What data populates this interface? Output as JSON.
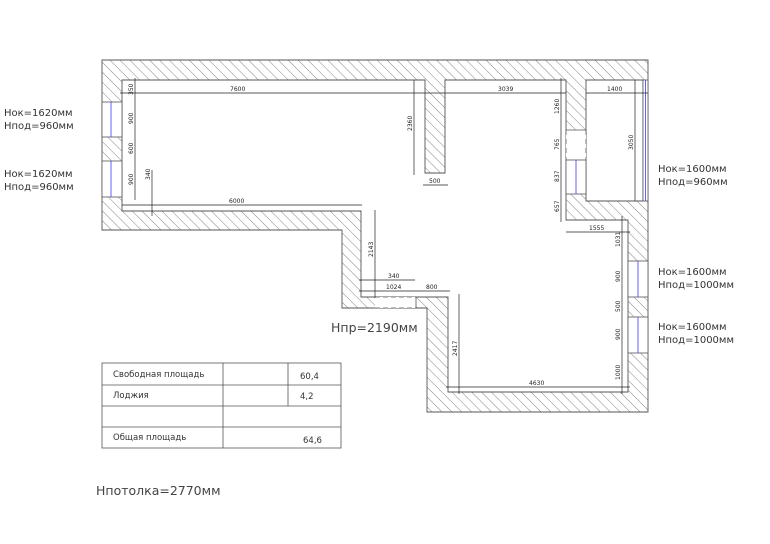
{
  "colors": {
    "wall_line": "#555555",
    "window": "#3a3aff",
    "hatch": "#666666"
  },
  "dimensions": {
    "top_left_room": "7600",
    "top_middle": "3039",
    "top_right": "1400",
    "left_350": "350",
    "left_900a": "900",
    "left_600": "600",
    "left_900b": "900",
    "left_340": "340",
    "bottom_left_room": "6000",
    "column_height": "2360",
    "column_width": "500",
    "wall_1260": "1260",
    "wall_765": "765",
    "wall_837": "837",
    "wall_657": "657",
    "right_room_3050": "3050",
    "ledge_1555": "1555",
    "right_1031": "1031",
    "step_2143": "2143",
    "step_340": "340",
    "door_1024": "1024",
    "door_800": "800",
    "lower_2417": "2417",
    "bottom_4630": "4630",
    "right_900a": "900",
    "right_500": "500",
    "right_900b": "900",
    "right_1000": "1000"
  },
  "window_labels": {
    "left_top": {
      "line1": "Нок=1620мм",
      "line2": "Нпод=960мм"
    },
    "left_bottom": {
      "line1": "Нок=1620мм",
      "line2": "Нпод=960мм"
    },
    "right_top": {
      "line1": "Нок=1600мм",
      "line2": "Нпод=960мм"
    },
    "right_mid": {
      "line1": "Нок=1600мм",
      "line2": "Нпод=1000мм"
    },
    "right_low": {
      "line1": "Нок=1600мм",
      "line2": "Нпод=1000мм"
    }
  },
  "door_label": "Нпр=2190мм",
  "ceiling_label": "Нпотолка=2770мм",
  "area_table": {
    "rows": [
      {
        "label": "Свободная площадь",
        "value": "60,4"
      },
      {
        "label": "Лоджия",
        "value": "4,2"
      },
      {
        "label": "",
        "value": ""
      },
      {
        "label": "Общая площадь",
        "value": "64,6"
      }
    ]
  }
}
